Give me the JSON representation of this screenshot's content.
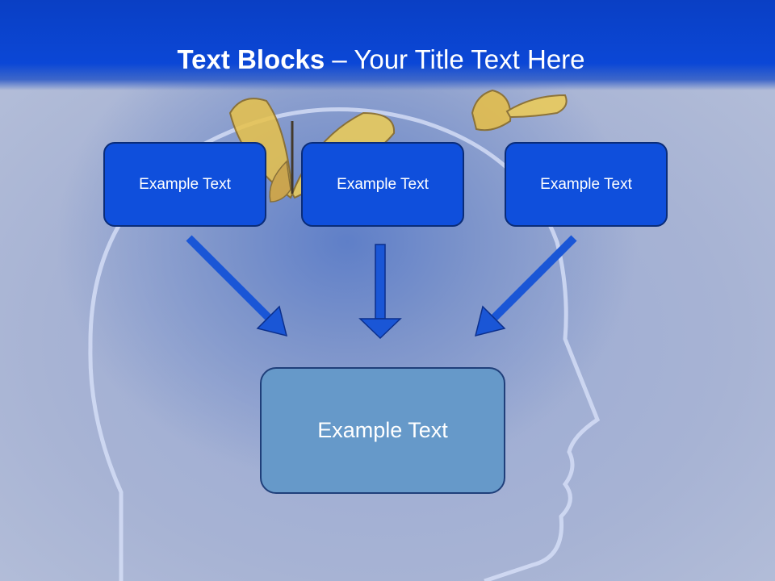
{
  "slide": {
    "title_bold": "Text Blocks",
    "title_dash": " – ",
    "title_rest": "Your Title Text Here"
  },
  "diagram": {
    "top_boxes": [
      {
        "label": "Example Text"
      },
      {
        "label": "Example Text"
      },
      {
        "label": "Example Text"
      }
    ],
    "bottom_box": {
      "label": "Example Text"
    }
  },
  "colors": {
    "header_blue": "#0b47d6",
    "box_blue": "#0f4fdc",
    "bottom_box": "#6699c9",
    "arrow_fill": "#1a56d6",
    "butterfly": "#e8c24a"
  },
  "icons": [
    "butterfly-icon",
    "head-silhouette-icon"
  ]
}
